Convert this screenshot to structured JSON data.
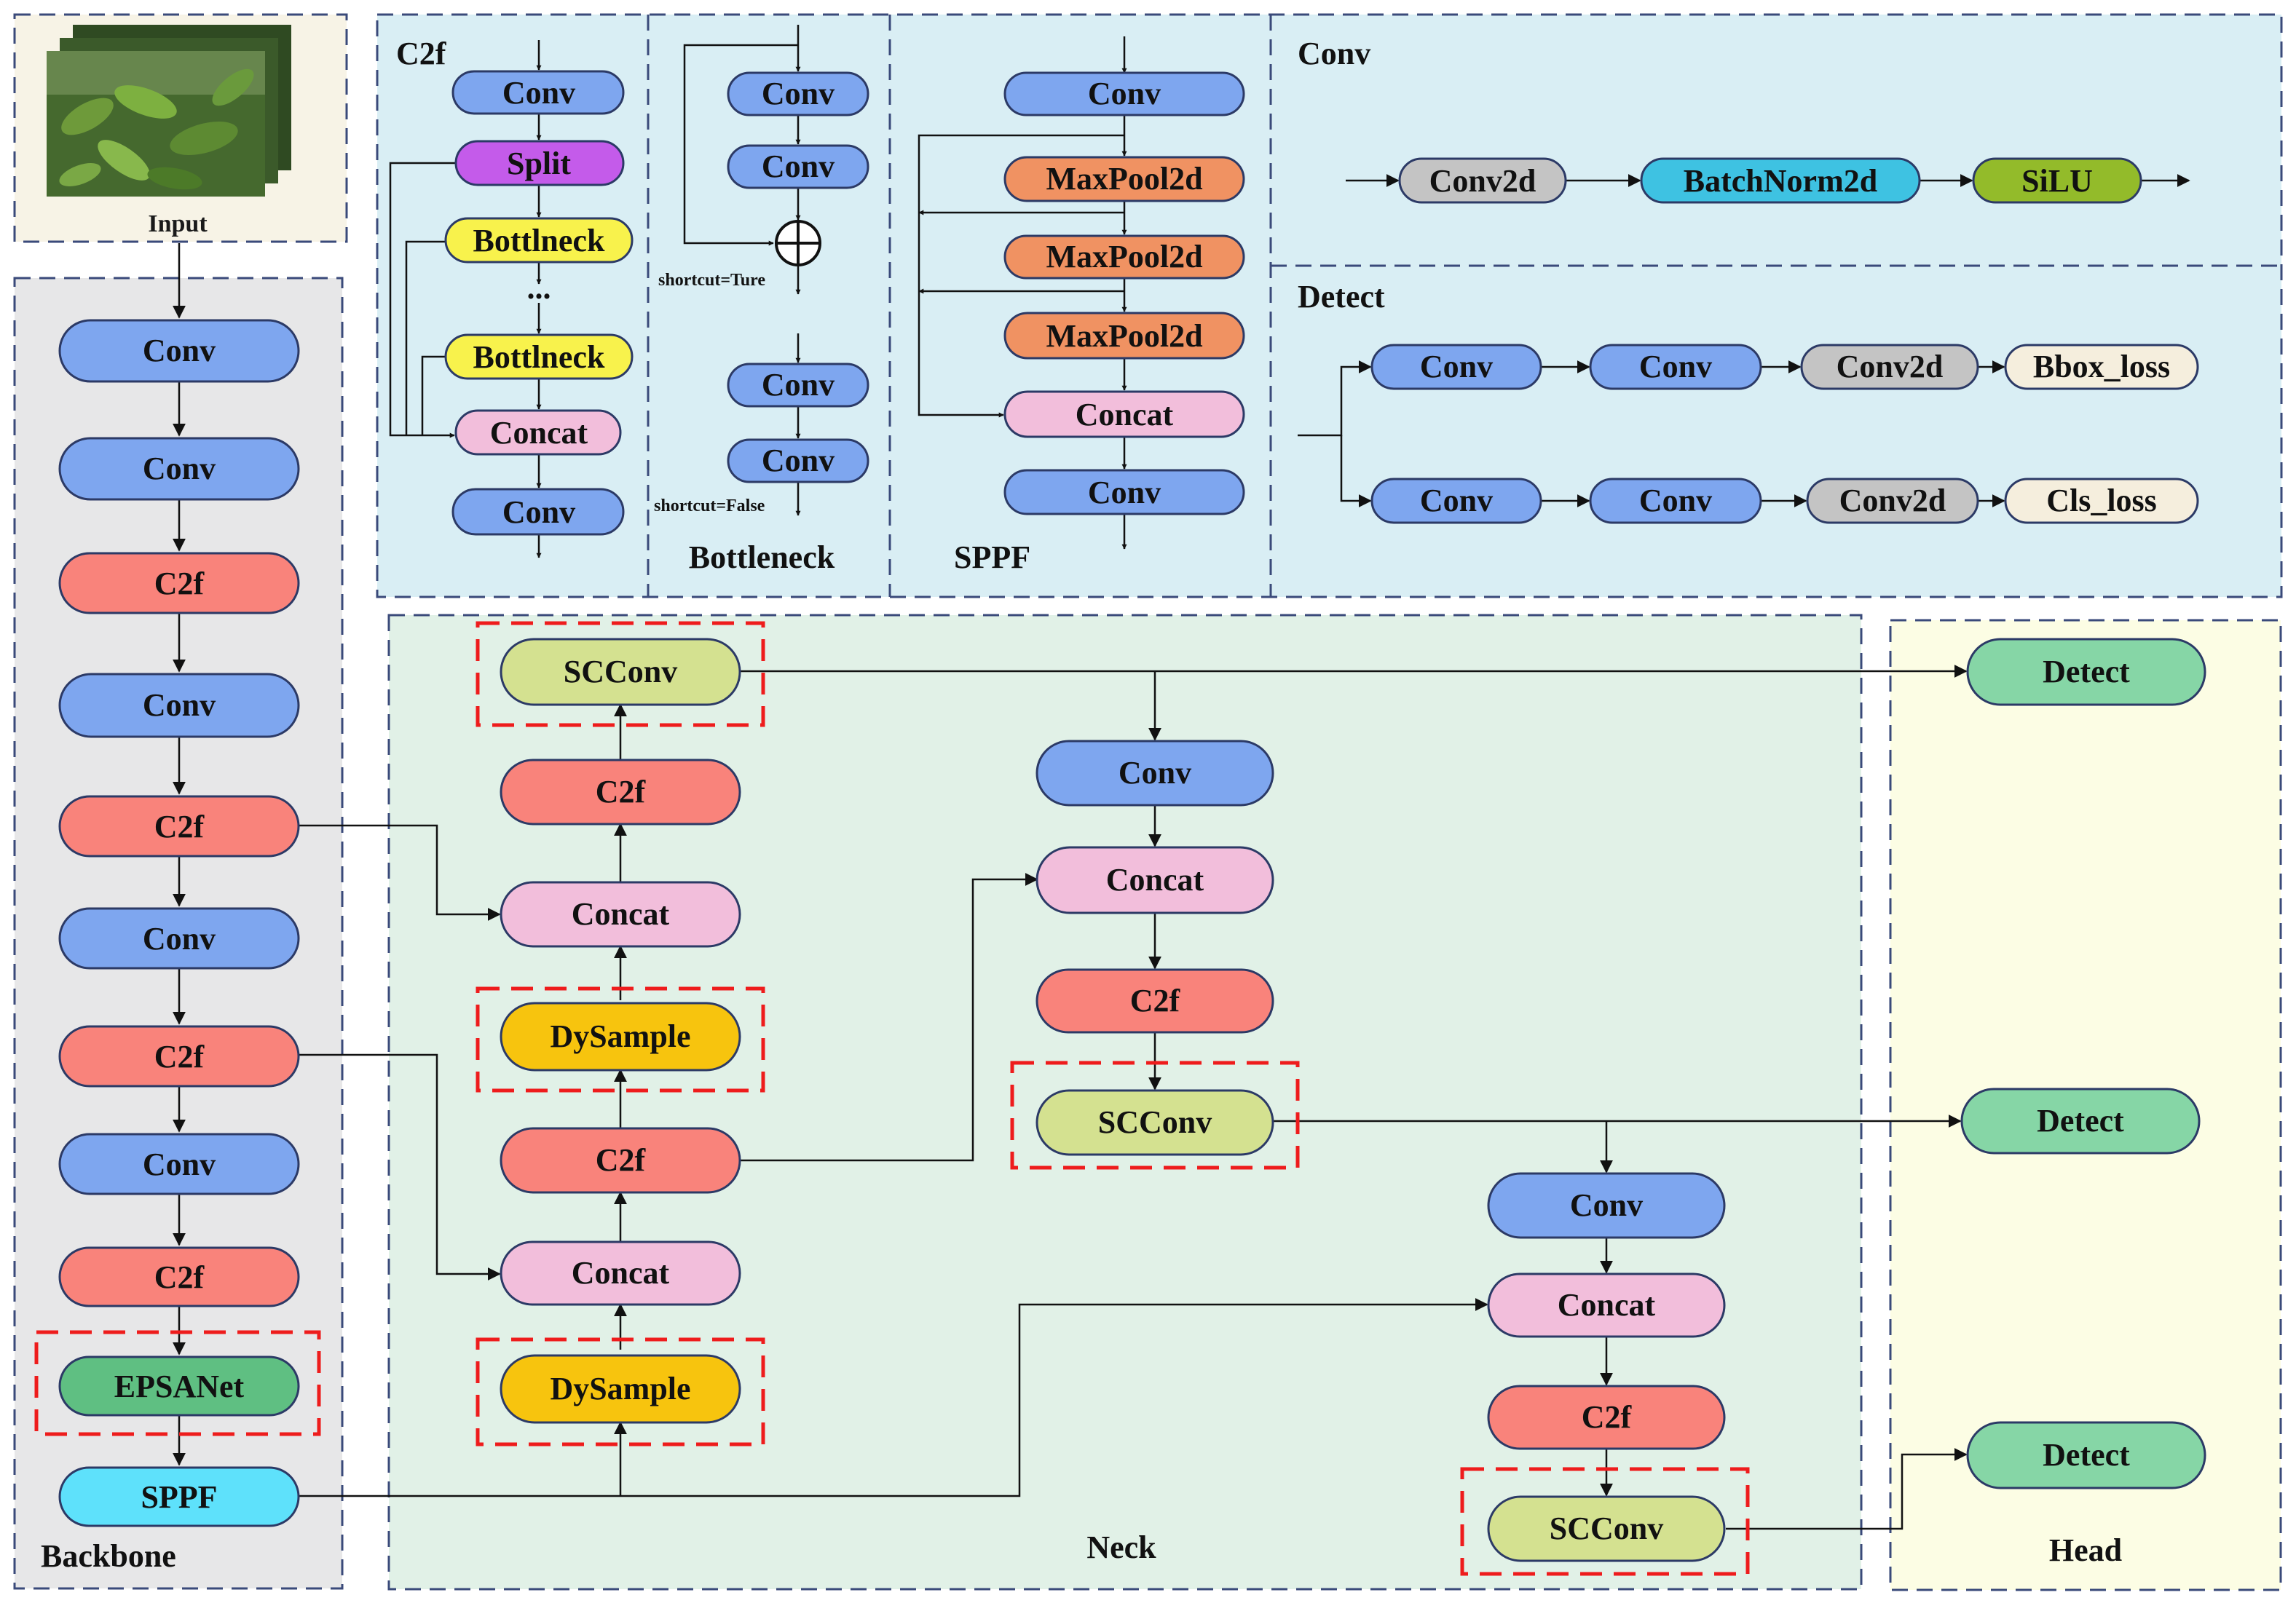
{
  "colors": {
    "conv": "#7ea6ef",
    "c2f": "#f9837b",
    "concat": "#f2bedb",
    "split": "#c45bea",
    "bottleneck": "#f8f24c",
    "maxpool": "#f09262",
    "conv2d": "#c4c4c4",
    "batchnorm": "#3ec2e2",
    "silu": "#93bb2a",
    "loss": "#f5eedd",
    "detect": "#86d6a6",
    "epsanet": "#5fbf82",
    "sppf": "#5ee1fb",
    "scconv": "#d4e190",
    "dysample": "#f7c40e",
    "panel_top": "#d9eef4",
    "panel_backbone": "#e7e7e8",
    "panel_neck": "#e1f1e7",
    "panel_head": "#fcfde4",
    "panel_input": "#f7f3e6",
    "highlight": "#ee1c1c"
  },
  "input": {
    "label": "Input"
  },
  "sections": {
    "backbone": "Backbone",
    "neck": "Neck",
    "head": "Head",
    "c2f": "C2f",
    "bottleneck": "Bottleneck",
    "sppf": "SPPF",
    "conv": "Conv",
    "detect": "Detect"
  },
  "bottleneck_notes": {
    "shortcut_true": "shortcut=Ture",
    "shortcut_false": "shortcut=False"
  },
  "nodes": {
    "bb_conv1": "Conv",
    "bb_conv2": "Conv",
    "bb_c2f1": "C2f",
    "bb_conv3": "Conv",
    "bb_c2f2": "C2f",
    "bb_conv4": "Conv",
    "bb_c2f3": "C2f",
    "bb_conv5": "Conv",
    "bb_c2f4": "C2f",
    "bb_epsanet": "EPSANet",
    "bb_sppf": "SPPF",
    "c2f_conv1": "Conv",
    "c2f_split": "Split",
    "c2f_bn1": "Bottlneck",
    "c2f_dots": "...",
    "c2f_bn2": "Bottlneck",
    "c2f_concat": "Concat",
    "c2f_conv2": "Conv",
    "bt_conv1": "Conv",
    "bt_conv2": "Conv",
    "bt_conv3": "Conv",
    "bt_conv4": "Conv",
    "sp_conv1": "Conv",
    "sp_mp1": "MaxPool2d",
    "sp_mp2": "MaxPool2d",
    "sp_mp3": "MaxPool2d",
    "sp_concat": "Concat",
    "sp_conv2": "Conv",
    "cv_conv2d": "Conv2d",
    "cv_bn": "BatchNorm2d",
    "cv_silu": "SiLU",
    "dt_conv1": "Conv",
    "dt_conv2": "Conv",
    "dt_conv2d1": "Conv2d",
    "dt_bbox": "Bbox_loss",
    "dt_conv3": "Conv",
    "dt_conv4": "Conv",
    "dt_conv2d2": "Conv2d",
    "dt_cls": "Cls_loss",
    "nk_scconv1": "SCConv",
    "nk_c2f1": "C2f",
    "nk_concat1": "Concat",
    "nk_dys1": "DySample",
    "nk_c2f2": "C2f",
    "nk_concat2": "Concat",
    "nk_dys2": "DySample",
    "nk_conv1": "Conv",
    "nk_concat3": "Concat",
    "nk_c2f3": "C2f",
    "nk_scconv2": "SCConv",
    "nk_conv2": "Conv",
    "nk_concat4": "Concat",
    "nk_c2f4": "C2f",
    "nk_scconv3": "SCConv",
    "hd_detect1": "Detect",
    "hd_detect2": "Detect",
    "hd_detect3": "Detect"
  }
}
